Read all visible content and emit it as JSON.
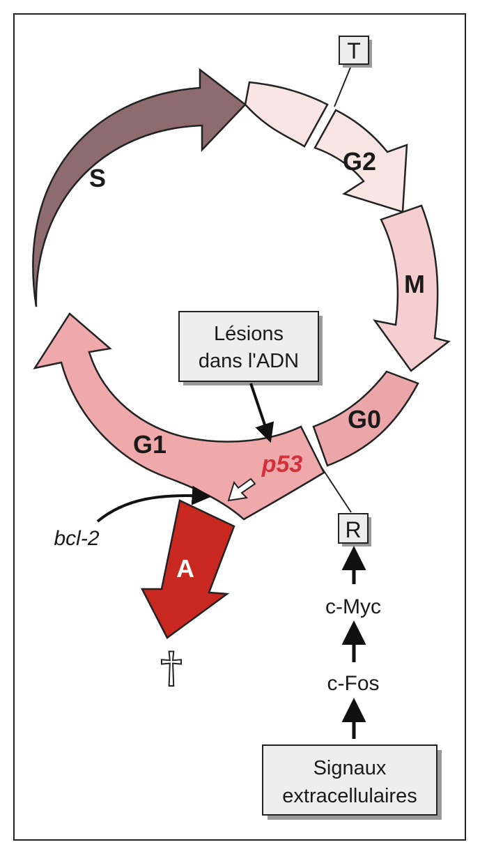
{
  "phases": {
    "s": "S",
    "g2": "G2",
    "m": "M",
    "g0": "G0",
    "g1": "G1",
    "a": "A"
  },
  "checkpoints": {
    "t": "T",
    "r": "R"
  },
  "genes": {
    "p53": "p53",
    "bcl2": "bcl-2"
  },
  "lesions_box": {
    "line1": "Lésions",
    "line2": "dans l'ADN"
  },
  "signal_chain": {
    "c_myc": "c-Myc",
    "c_fos": "c-Fos"
  },
  "signals_box": {
    "line1": "Signaux",
    "line2": "extracellulaires"
  },
  "death_symbol": "†",
  "colors": {
    "s_phase": "#8e6b6e",
    "g2_phase": "#f8e5e4",
    "m_phase": "#f5cfcf",
    "g0_phase": "#eaa6a8",
    "g1_phase": "#f0a9ab",
    "apoptosis": "#c8281f",
    "p53_text": "#d2313a",
    "box_fill": "#eeeeee"
  }
}
